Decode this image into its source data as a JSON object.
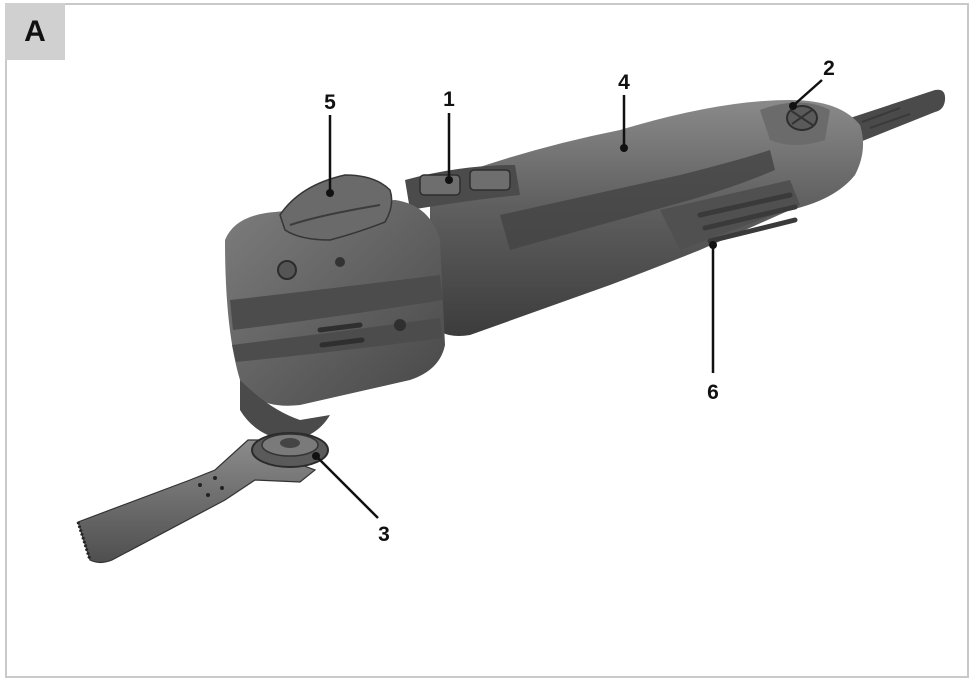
{
  "figure": {
    "panel_letter": "A",
    "colors": {
      "tool_body": "#5f5f5f",
      "tool_dark": "#3c3c3c",
      "tool_light": "#8a8a8a",
      "blade": "#6d6d6d",
      "frame": "#c9c9c9",
      "panel_tag": "#d0d0d0"
    }
  },
  "callouts": [
    {
      "id": "switch",
      "number": "1"
    },
    {
      "id": "speed-dial",
      "number": "2"
    },
    {
      "id": "blade-flange",
      "number": "3"
    },
    {
      "id": "housing",
      "number": "4"
    },
    {
      "id": "quick-release-lever",
      "number": "5"
    },
    {
      "id": "handle-grip",
      "number": "6"
    }
  ]
}
